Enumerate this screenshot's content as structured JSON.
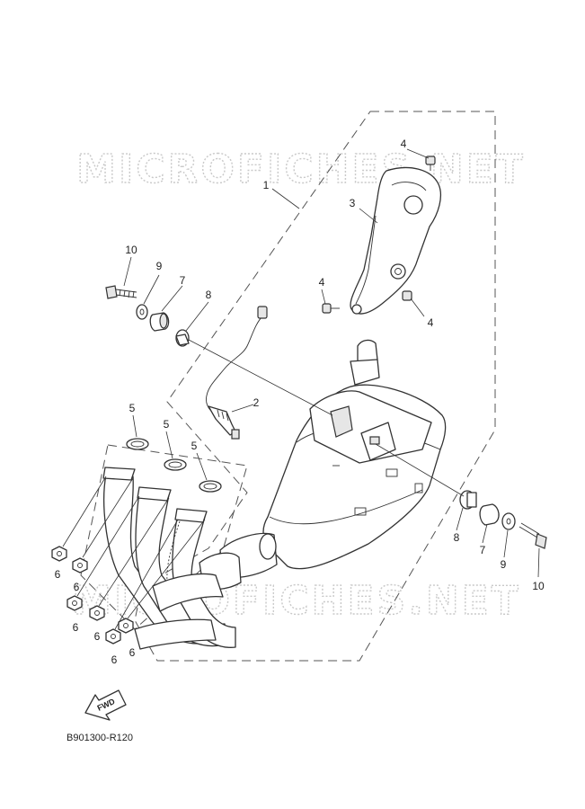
{
  "watermark": "MICROFICHES.NET",
  "diagram_code": "B901300-R120",
  "fwd_label": "FWD",
  "callouts": {
    "c1": "1",
    "c2": "2",
    "c3": "3",
    "c4a": "4",
    "c4b": "4",
    "c4c": "4",
    "c5a": "5",
    "c5b": "5",
    "c5c": "5",
    "c6a": "6",
    "c6b": "6",
    "c6c": "6",
    "c6d": "6",
    "c6e": "6",
    "c6f": "6",
    "c7a": "7",
    "c7b": "7",
    "c8a": "8",
    "c8b": "8",
    "c9a": "9",
    "c9b": "9",
    "c10a": "10",
    "c10b": "10"
  }
}
